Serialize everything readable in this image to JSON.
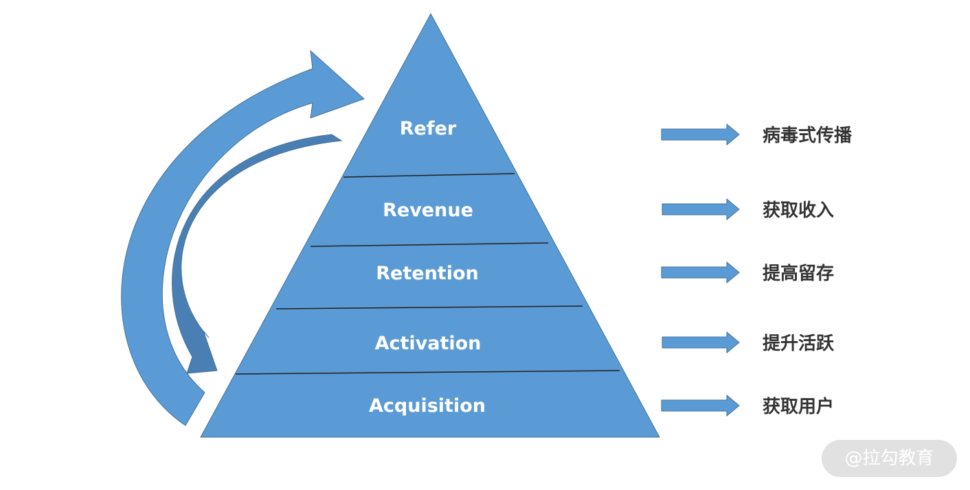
{
  "colors": {
    "pyramid_fill": "#5b9bd5",
    "pyramid_stroke": "#41719c",
    "outer_arrow": "#5b9bd5",
    "inner_arrow": "#4a7fb3",
    "side_arrow": "#5b9bd5",
    "side_text": "#333333"
  },
  "pyramid": {
    "layers": [
      {
        "label": "Refer"
      },
      {
        "label": "Revenue"
      },
      {
        "label": "Retention"
      },
      {
        "label": "Activation"
      },
      {
        "label": "Acquisition"
      }
    ]
  },
  "side_notes": [
    {
      "label": "病毒式传播",
      "icon": "right-arrow-icon"
    },
    {
      "label": "获取收入",
      "icon": "right-arrow-icon"
    },
    {
      "label": "提高留存",
      "icon": "right-arrow-icon"
    },
    {
      "label": "提升活跃",
      "icon": "right-arrow-icon"
    },
    {
      "label": "获取用户",
      "icon": "right-arrow-icon"
    }
  ],
  "watermark": {
    "text": "@拉勾教育"
  }
}
